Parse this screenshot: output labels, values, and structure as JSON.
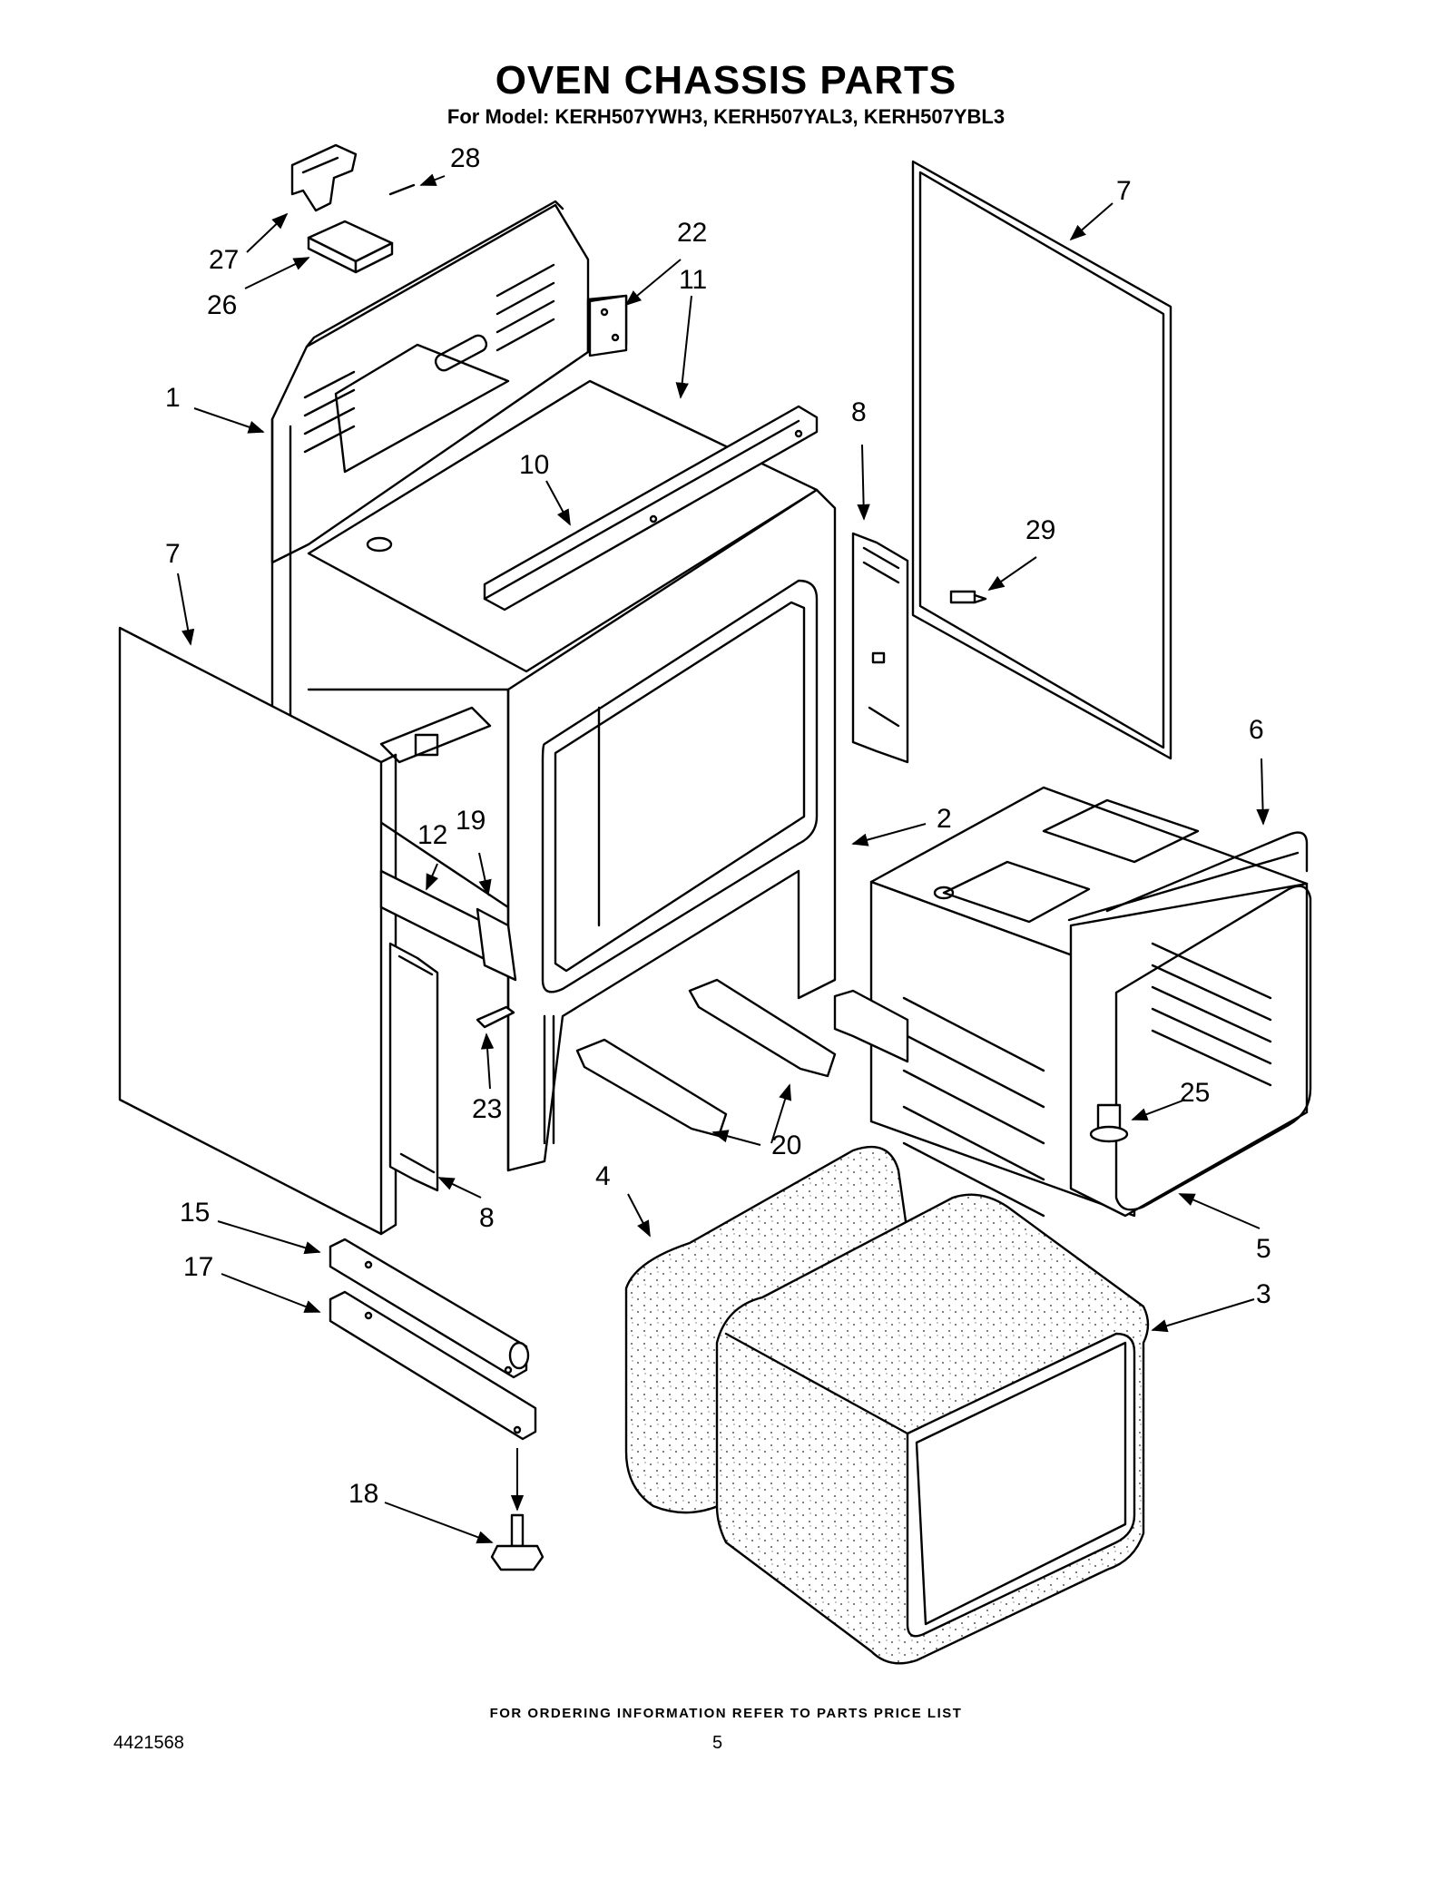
{
  "header": {
    "title": "OVEN CHASSIS PARTS",
    "subtitle": "For Model: KERH507YWH3, KERH507YAL3, KERH507YBL3"
  },
  "callouts": {
    "c28": "28",
    "c27": "27",
    "c26": "26",
    "c22": "22",
    "c11": "11",
    "c7a": "7",
    "c1": "1",
    "c8a": "8",
    "c10": "10",
    "c29": "29",
    "c7b": "7",
    "c6": "6",
    "c2": "2",
    "c12": "12",
    "c19": "19",
    "c25": "25",
    "c23": "23",
    "c20": "20",
    "c4": "4",
    "c8b": "8",
    "c15": "15",
    "c5": "5",
    "c17": "17",
    "c3": "3",
    "c18": "18"
  },
  "footer": {
    "ordering_note": "FOR ORDERING INFORMATION REFER TO PARTS PRICE LIST",
    "doc_number": "4421568",
    "page_number": "5"
  }
}
